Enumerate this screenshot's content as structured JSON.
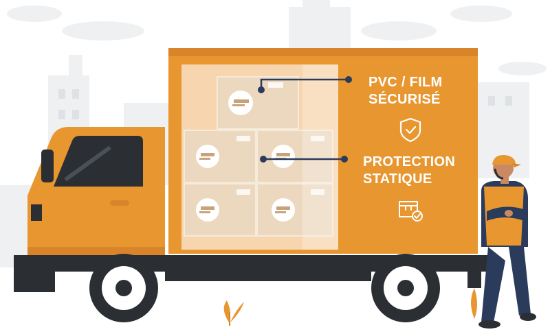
{
  "callouts": {
    "pvc_line1": "PVC / FILM",
    "pvc_line2": "SÉCURISÉ",
    "protection_line1": "PROTECTION",
    "protection_line2": "STATIQUE"
  },
  "icons": {
    "shield": "shield-check-icon",
    "box": "box-check-icon"
  },
  "colors": {
    "truck_orange": "#e8962f",
    "truck_dark": "#2b2f33",
    "accent_navy": "#2a3b5c",
    "background_building": "#eef0f2"
  }
}
